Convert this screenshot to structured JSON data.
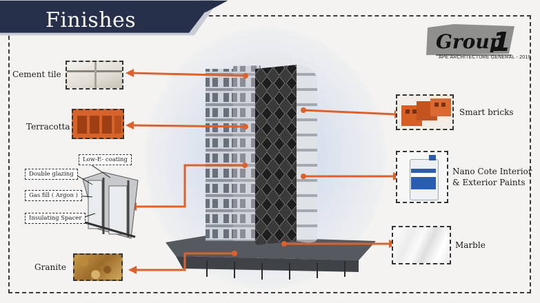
{
  "title": "Finishes",
  "logo": {
    "name": "Group 1",
    "subtitle": "APE ARCHITECTURE GENERAL - 2019"
  },
  "labels": {
    "cement_tile": "Cement tile",
    "terracotta": "Terracotta",
    "low_e": "Low-E- coating",
    "double_glazing": "Double glazing",
    "gas_fill": "Gas fill ( Argon )",
    "insulating_spacer": "Insulating Spacer",
    "granite": "Granite",
    "smart_bricks": "Smart bricks",
    "paints_line1": "Nano Cote Interior",
    "paints_line2": "& Exterior Paints",
    "marble": "Marble"
  },
  "colors": {
    "banner": "#27304a",
    "accent_arrow": "#e0602a",
    "facade": "#2d2d2d"
  }
}
